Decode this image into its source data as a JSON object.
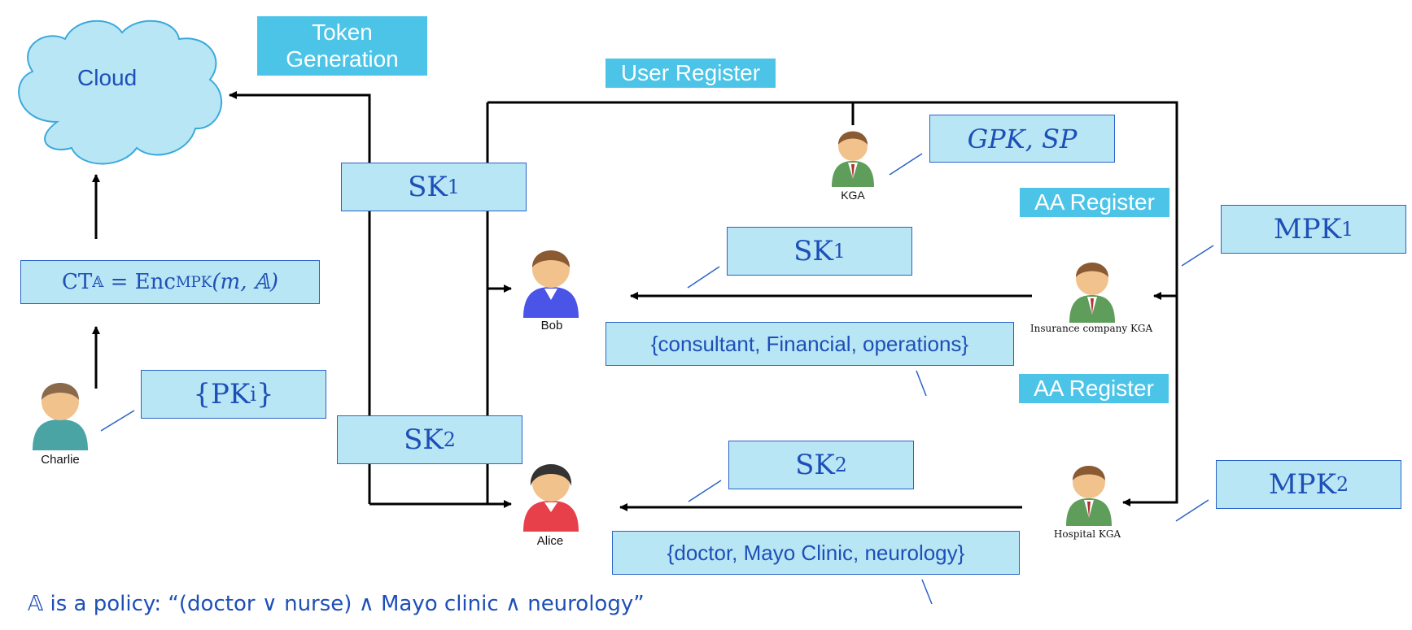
{
  "cloud": {
    "label": "Cloud"
  },
  "tags": {
    "token_generation": "Token Generation",
    "user_register": "User Register",
    "aa_register_1": "AA Register",
    "aa_register_2": "AA Register"
  },
  "boxes": {
    "sk1_left": {
      "base": "SK",
      "sub": "1"
    },
    "sk2_left": {
      "base": "SK",
      "sub": "2"
    },
    "sk1_mid": {
      "base": "SK",
      "sub": "1"
    },
    "sk2_mid": {
      "base": "SK",
      "sub": "2"
    },
    "gpk_sp": "GPK, SP",
    "mpk1": {
      "base": "MPK",
      "sub": "1"
    },
    "mpk2": {
      "base": "MPK",
      "sub": "2"
    },
    "ciphertext": {
      "ct": "CT",
      "ct_sub": "𝔸",
      "eq": " = Enc",
      "enc_sub": "MPK",
      "args": "(m, 𝔸)"
    },
    "pk_set": {
      "open": "{PK",
      "sub": "i",
      "close": "}"
    },
    "bob_attrs": "{consultant, Financial, operations}",
    "alice_attrs": "{doctor, Mayo Clinic, neurology}"
  },
  "actors": {
    "kga": "KGA",
    "bob": "Bob",
    "alice": "Alice",
    "charlie": "Charlie",
    "insurance_kga": "Insurance company KGA",
    "hospital_kga": "Hospital KGA"
  },
  "policy_note": "𝔸 is a policy: “(doctor ∨ nurse) ∧ Mayo clinic ∧ neurology”",
  "colors": {
    "box_fill": "#b9e6f4",
    "box_border": "#2a62c8",
    "box_text": "#1d4fb8",
    "tag_fill": "#4cc4e8",
    "cloud_fill": "#b9e6f4",
    "cloud_stroke": "#3aa9dc",
    "bob_shirt": "#4a55e8",
    "alice_shirt": "#e8404a",
    "kga_suit": "#5e9e5a",
    "charlie_shirt": "#4aa4a4"
  }
}
